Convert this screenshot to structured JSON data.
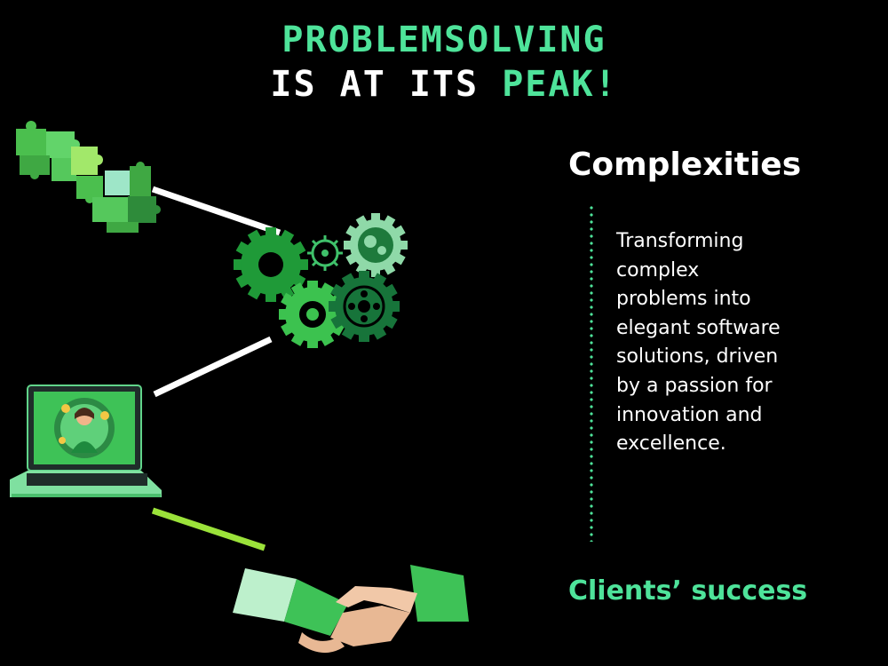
{
  "header": {
    "line1": "PROBLEMSOLVING",
    "line2_white": "IS AT ITS",
    "line2_green": "PEAK!"
  },
  "content": {
    "heading": "Complexities",
    "description": "Transforming complex problems into elegant software solutions, driven by a passion for innovation and excellence.",
    "footer": "Clients’ success"
  },
  "colors": {
    "background": "#000000",
    "accent_green": "#4ee39a",
    "lime": "#9be23a",
    "text": "#ffffff"
  },
  "icons": [
    "puzzle-pieces-icon",
    "gears-icon",
    "laptop-icon",
    "handshake-icon"
  ]
}
